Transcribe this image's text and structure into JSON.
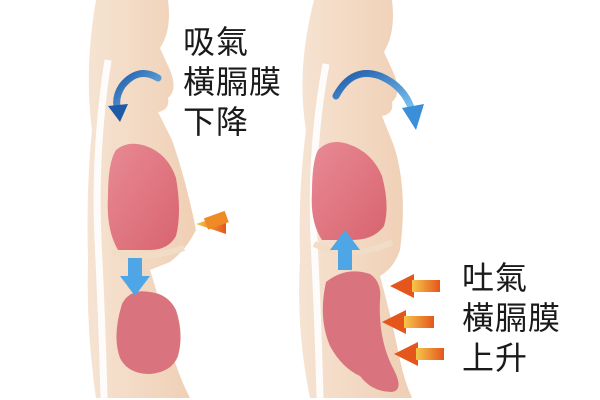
{
  "inhale": {
    "lines": [
      "吸氣",
      "橫膈膜",
      "下降"
    ]
  },
  "exhale": {
    "lines": [
      "吐氣",
      "橫膈膜",
      "上升"
    ]
  },
  "colors": {
    "skin": "#f2d6bd",
    "lung": "#e07b86",
    "stomach": "#d9747e",
    "spine": "#ffffff",
    "blue_arrow": "#3b8fd9",
    "orange_arrow": "#f08a24",
    "caption": "#1a1a1a"
  },
  "icons": [
    "airflow-arrow-icon",
    "diaphragm-arrow-icon",
    "push-arrow-icon"
  ]
}
